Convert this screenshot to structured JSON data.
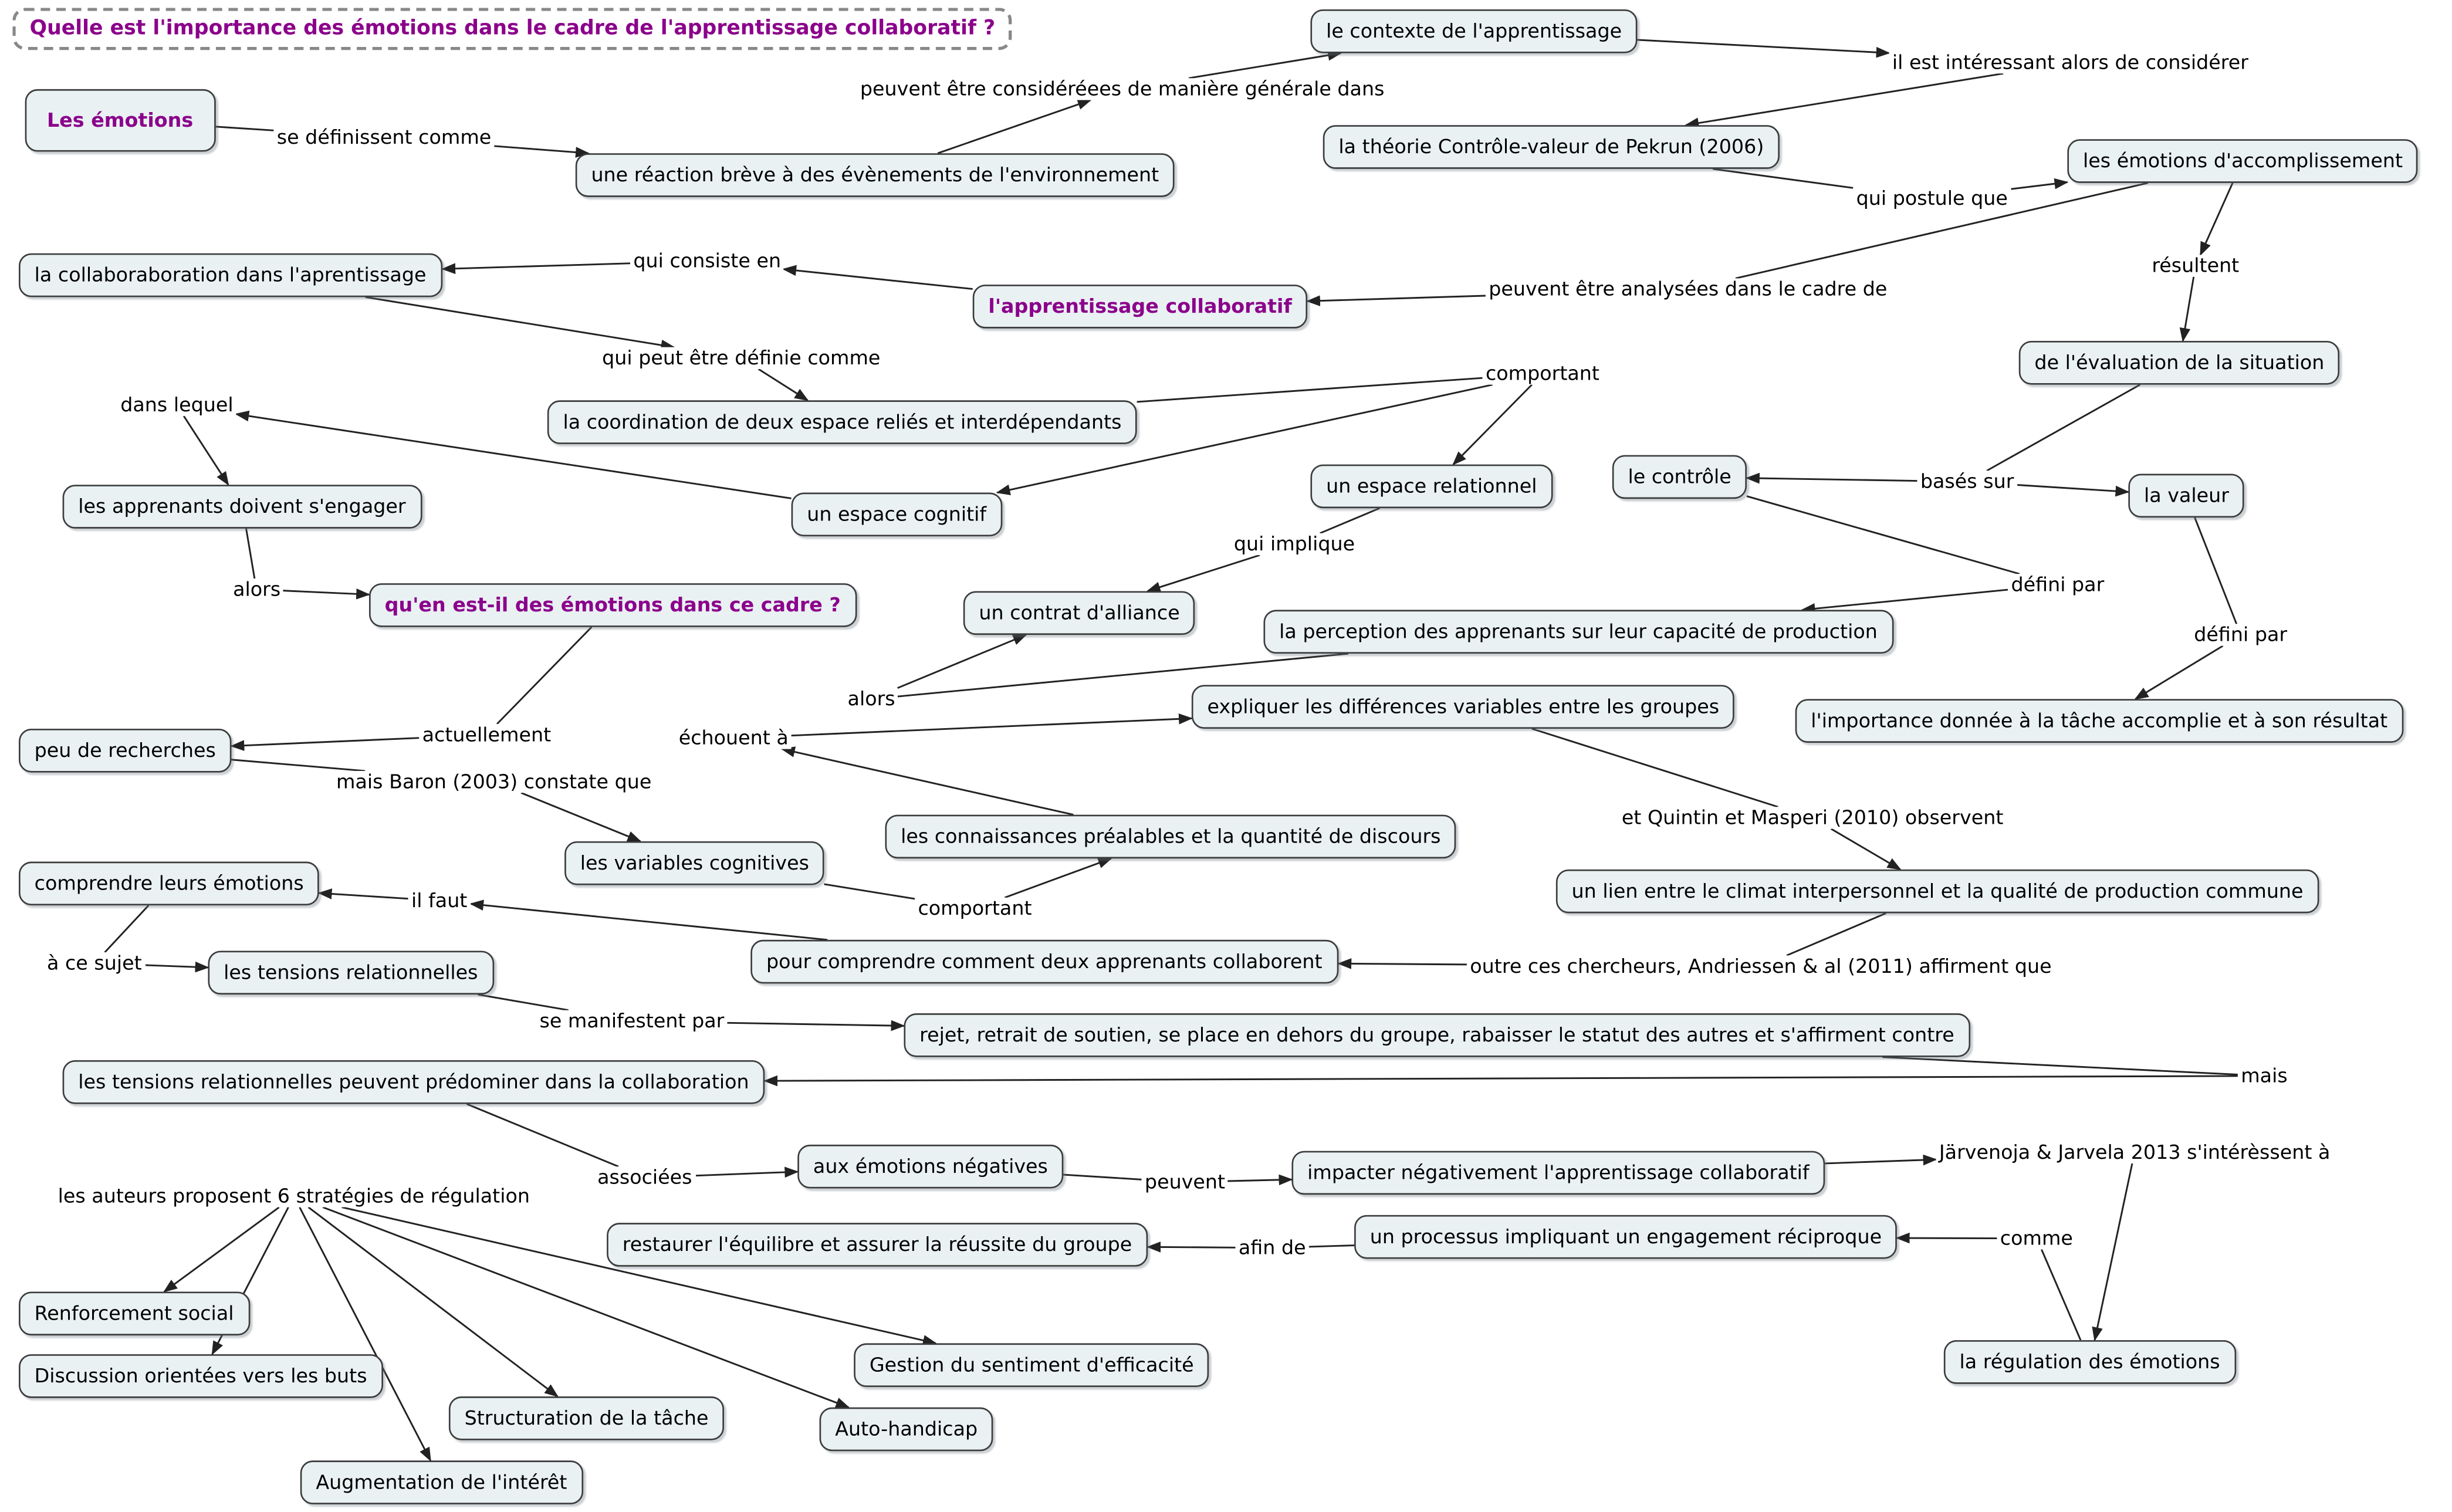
{
  "title": "Quelle est l'importance des émotions dans le cadre de l'apprentissage collaboratif ?",
  "colors": {
    "background": "#ffffff",
    "node_fill": "#e9f1f3",
    "node_border": "#3c3c3c",
    "line": "#222222",
    "accent": "#8b008b"
  },
  "nodes": [
    {
      "id": "les-emotions",
      "label": "Les émotions",
      "emphasis": true
    },
    {
      "id": "contexte-apprentissage",
      "label": "le contexte de l'apprentissage",
      "emphasis": false
    },
    {
      "id": "theorie-pekrun",
      "label": "la théorie Contrôle-valeur de Pekrun (2006)",
      "emphasis": false
    },
    {
      "id": "emotions-accomplissement",
      "label": "les émotions d'accomplissement",
      "emphasis": false
    },
    {
      "id": "reaction-breve",
      "label": "une réaction brève à des évènements de l'environnement",
      "emphasis": false
    },
    {
      "id": "collaboration-apprentissage",
      "label": "la collaboraboration dans l'aprentissage",
      "emphasis": false
    },
    {
      "id": "apprentissage-collaboratif",
      "label": "l'apprentissage collaboratif",
      "emphasis": true
    },
    {
      "id": "evaluation-situation",
      "label": "de l'évaluation de la situation",
      "emphasis": false
    },
    {
      "id": "coordination-espaces",
      "label": "la coordination de deux espace reliés et interdépendants",
      "emphasis": false
    },
    {
      "id": "apprenants-engager",
      "label": "les apprenants doivent s'engager",
      "emphasis": false
    },
    {
      "id": "espace-cognitif",
      "label": "un espace cognitif",
      "emphasis": false
    },
    {
      "id": "espace-relationnel",
      "label": "un espace relationnel",
      "emphasis": false
    },
    {
      "id": "controle",
      "label": "le contrôle",
      "emphasis": false
    },
    {
      "id": "valeur",
      "label": "la valeur",
      "emphasis": false
    },
    {
      "id": "quen-est-il",
      "label": "qu'en est-il des émotions dans ce cadre ?",
      "emphasis": true
    },
    {
      "id": "contrat-alliance",
      "label": "un contrat d'alliance",
      "emphasis": false
    },
    {
      "id": "perception-apprenants",
      "label": "la perception des apprenants sur leur capacité de production",
      "emphasis": false
    },
    {
      "id": "peu-recherches",
      "label": "peu de recherches",
      "emphasis": false
    },
    {
      "id": "expliquer-differences",
      "label": "expliquer les différences variables entre les groupes",
      "emphasis": false
    },
    {
      "id": "importance-tache",
      "label": "l'importance donnée à la tâche accomplie et à son résultat",
      "emphasis": false
    },
    {
      "id": "variables-cognitives",
      "label": "les variables cognitives",
      "emphasis": false
    },
    {
      "id": "connaissances-prealables",
      "label": "les connaissances préalables et la quantité de discours",
      "emphasis": false
    },
    {
      "id": "comprendre-emotions",
      "label": "comprendre leurs émotions",
      "emphasis": false
    },
    {
      "id": "lien-climat",
      "label": "un lien entre le climat interpersonnel et la qualité de production commune",
      "emphasis": false
    },
    {
      "id": "tensions-relationnelles",
      "label": "les tensions relationnelles",
      "emphasis": false
    },
    {
      "id": "pour-comprendre",
      "label": "pour comprendre comment deux apprenants collaborent",
      "emphasis": false
    },
    {
      "id": "rejet-retrait",
      "label": "rejet, retrait de soutien, se place en dehors du groupe, rabaisser le statut des autres et s'affirment contre",
      "emphasis": false
    },
    {
      "id": "tensions-predominer",
      "label": "les tensions relationnelles peuvent prédominer dans la collaboration",
      "emphasis": false
    },
    {
      "id": "emotions-negatives",
      "label": "aux émotions négatives",
      "emphasis": false
    },
    {
      "id": "impacter-negativement",
      "label": "impacter négativement l'apprentissage collaboratif",
      "emphasis": false
    },
    {
      "id": "restaurer-equilibre",
      "label": "restaurer l'équilibre et assurer la réussite du groupe",
      "emphasis": false
    },
    {
      "id": "processus-engagement",
      "label": "un processus impliquant un engagement réciproque",
      "emphasis": false
    },
    {
      "id": "renforcement-social",
      "label": "Renforcement social",
      "emphasis": false
    },
    {
      "id": "discussion-buts",
      "label": "Discussion orientées vers les buts",
      "emphasis": false
    },
    {
      "id": "gestion-efficacite",
      "label": "Gestion du sentiment d'efficacité",
      "emphasis": false
    },
    {
      "id": "regulation-emotions",
      "label": "la régulation des émotions",
      "emphasis": false
    },
    {
      "id": "structuration-tache",
      "label": "Structuration de la tâche",
      "emphasis": false
    },
    {
      "id": "auto-handicap",
      "label": "Auto-handicap",
      "emphasis": false
    },
    {
      "id": "augmentation-interet",
      "label": "Augmentation de l'intérêt",
      "emphasis": false
    }
  ],
  "link_labels": [
    {
      "id": "se-definissent-comme",
      "label": "se définissent comme"
    },
    {
      "id": "peuvent-etre-considerees",
      "label": "peuvent être considéréees de manière générale dans"
    },
    {
      "id": "il-est-interessant",
      "label": "il est intéressant alors de considérer"
    },
    {
      "id": "qui-postule-que",
      "label": "qui postule que"
    },
    {
      "id": "resultent",
      "label": "résultent"
    },
    {
      "id": "qui-consiste-en",
      "label": "qui consiste en"
    },
    {
      "id": "peuvent-etre-analysees",
      "label": "peuvent être analysées dans le cadre de"
    },
    {
      "id": "qui-peut-etre-definie-comme",
      "label": "qui peut être définie comme"
    },
    {
      "id": "comportant-1",
      "label": "comportant"
    },
    {
      "id": "dans-lequel",
      "label": "dans lequel"
    },
    {
      "id": "bases-sur",
      "label": "basés sur"
    },
    {
      "id": "qui-implique",
      "label": "qui implique"
    },
    {
      "id": "alors-1",
      "label": "alors"
    },
    {
      "id": "defini-par-1",
      "label": "défini par"
    },
    {
      "id": "defini-par-2",
      "label": "défini par"
    },
    {
      "id": "alors-2",
      "label": "alors"
    },
    {
      "id": "actuellement",
      "label": "actuellement"
    },
    {
      "id": "echouent-a",
      "label": "échouent à"
    },
    {
      "id": "mais-baron-constate",
      "label": "mais Baron (2003) constate que"
    },
    {
      "id": "quintin-masperi-observent",
      "label": "et Quintin et Masperi (2010) observent"
    },
    {
      "id": "il-faut",
      "label": "il faut"
    },
    {
      "id": "comportant-2",
      "label": "comportant"
    },
    {
      "id": "a-ce-sujet",
      "label": "à ce sujet"
    },
    {
      "id": "andriessen-affirment",
      "label": "outre ces chercheurs, Andriessen & al (2011) affirment que"
    },
    {
      "id": "se-manifestent-par",
      "label": "se manifestent par"
    },
    {
      "id": "mais",
      "label": "mais"
    },
    {
      "id": "associees",
      "label": "associées"
    },
    {
      "id": "peuvent",
      "label": "peuvent"
    },
    {
      "id": "jarvenoja-jarvela",
      "label": "Järvenoja & Jarvela 2013 s'intérèssent à"
    },
    {
      "id": "auteurs-proposent",
      "label": "les auteurs proposent 6  stratégies de régulation"
    },
    {
      "id": "afin-de",
      "label": "afin de"
    },
    {
      "id": "comme",
      "label": "comme"
    }
  ],
  "edges": [
    {
      "from": "les-emotions",
      "to": "se-definissent-comme",
      "arrow": false
    },
    {
      "from": "se-definissent-comme",
      "to": "reaction-breve",
      "arrow": true
    },
    {
      "from": "reaction-breve",
      "to": "peuvent-etre-considerees",
      "arrow": true
    },
    {
      "from": "peuvent-etre-considerees",
      "to": "contexte-apprentissage",
      "arrow": true
    },
    {
      "from": "contexte-apprentissage",
      "to": "il-est-interessant",
      "arrow": true
    },
    {
      "from": "il-est-interessant",
      "to": "theorie-pekrun",
      "arrow": true
    },
    {
      "from": "theorie-pekrun",
      "to": "qui-postule-que",
      "arrow": false
    },
    {
      "from": "qui-postule-que",
      "to": "emotions-accomplissement",
      "arrow": true
    },
    {
      "from": "emotions-accomplissement",
      "to": "resultent",
      "arrow": true
    },
    {
      "from": "resultent",
      "to": "evaluation-situation",
      "arrow": true
    },
    {
      "from": "evaluation-situation",
      "to": "bases-sur",
      "arrow": false
    },
    {
      "from": "bases-sur",
      "to": "controle",
      "arrow": true
    },
    {
      "from": "bases-sur",
      "to": "valeur",
      "arrow": true
    },
    {
      "from": "controle",
      "to": "defini-par-1",
      "arrow": false
    },
    {
      "from": "defini-par-1",
      "to": "perception-apprenants",
      "arrow": true
    },
    {
      "from": "valeur",
      "to": "defini-par-2",
      "arrow": false
    },
    {
      "from": "defini-par-2",
      "to": "importance-tache",
      "arrow": true
    },
    {
      "from": "emotions-accomplissement",
      "to": "peuvent-etre-analysees",
      "arrow": false
    },
    {
      "from": "peuvent-etre-analysees",
      "to": "apprentissage-collaboratif",
      "arrow": true
    },
    {
      "from": "apprentissage-collaboratif",
      "to": "qui-consiste-en",
      "arrow": true
    },
    {
      "from": "qui-consiste-en",
      "to": "collaboration-apprentissage",
      "arrow": true
    },
    {
      "from": "collaboration-apprentissage",
      "to": "qui-peut-etre-definie-comme",
      "arrow": true
    },
    {
      "from": "qui-peut-etre-definie-comme",
      "to": "coordination-espaces",
      "arrow": true
    },
    {
      "from": "coordination-espaces",
      "to": "comportant-1",
      "arrow": false
    },
    {
      "from": "comportant-1",
      "to": "espace-cognitif",
      "arrow": true
    },
    {
      "from": "comportant-1",
      "to": "espace-relationnel",
      "arrow": true
    },
    {
      "from": "espace-cognitif",
      "to": "dans-lequel",
      "arrow": true
    },
    {
      "from": "dans-lequel",
      "to": "apprenants-engager",
      "arrow": true
    },
    {
      "from": "apprenants-engager",
      "to": "alors-1",
      "arrow": false
    },
    {
      "from": "alors-1",
      "to": "quen-est-il",
      "arrow": true
    },
    {
      "from": "quen-est-il",
      "to": "actuellement",
      "arrow": false
    },
    {
      "from": "actuellement",
      "to": "peu-recherches",
      "arrow": true
    },
    {
      "from": "peu-recherches",
      "to": "mais-baron-constate",
      "arrow": false
    },
    {
      "from": "mais-baron-constate",
      "to": "variables-cognitives",
      "arrow": true
    },
    {
      "from": "variables-cognitives",
      "to": "comportant-2",
      "arrow": false
    },
    {
      "from": "comportant-2",
      "to": "connaissances-prealables",
      "arrow": true
    },
    {
      "from": "connaissances-prealables",
      "to": "echouent-a",
      "arrow": true
    },
    {
      "from": "echouent-a",
      "to": "expliquer-differences",
      "arrow": true
    },
    {
      "from": "espace-relationnel",
      "to": "qui-implique",
      "arrow": false
    },
    {
      "from": "qui-implique",
      "to": "contrat-alliance",
      "arrow": true
    },
    {
      "from": "perception-apprenants",
      "to": "alors-2",
      "arrow": false
    },
    {
      "from": "alors-2",
      "to": "contrat-alliance",
      "arrow": true
    },
    {
      "from": "expliquer-differences",
      "to": "quintin-masperi-observent",
      "arrow": false
    },
    {
      "from": "quintin-masperi-observent",
      "to": "lien-climat",
      "arrow": true
    },
    {
      "from": "lien-climat",
      "to": "andriessen-affirment",
      "arrow": false
    },
    {
      "from": "andriessen-affirment",
      "to": "pour-comprendre",
      "arrow": true
    },
    {
      "from": "pour-comprendre",
      "to": "il-faut",
      "arrow": true
    },
    {
      "from": "il-faut",
      "to": "comprendre-emotions",
      "arrow": true
    },
    {
      "from": "comprendre-emotions",
      "to": "a-ce-sujet",
      "arrow": false
    },
    {
      "from": "a-ce-sujet",
      "to": "tensions-relationnelles",
      "arrow": true
    },
    {
      "from": "tensions-relationnelles",
      "to": "se-manifestent-par",
      "arrow": false
    },
    {
      "from": "se-manifestent-par",
      "to": "rejet-retrait",
      "arrow": true
    },
    {
      "from": "rejet-retrait",
      "to": "mais",
      "arrow": false
    },
    {
      "from": "mais",
      "to": "tensions-predominer",
      "arrow": true
    },
    {
      "from": "tensions-predominer",
      "to": "associees",
      "arrow": false
    },
    {
      "from": "associees",
      "to": "emotions-negatives",
      "arrow": true
    },
    {
      "from": "emotions-negatives",
      "to": "peuvent",
      "arrow": false
    },
    {
      "from": "peuvent",
      "to": "impacter-negativement",
      "arrow": true
    },
    {
      "from": "impacter-negativement",
      "to": "jarvenoja-jarvela",
      "arrow": true
    },
    {
      "from": "jarvenoja-jarvela",
      "to": "regulation-emotions",
      "arrow": true
    },
    {
      "from": "regulation-emotions",
      "to": "comme",
      "arrow": false
    },
    {
      "from": "comme",
      "to": "processus-engagement",
      "arrow": true
    },
    {
      "from": "processus-engagement",
      "to": "afin-de",
      "arrow": false
    },
    {
      "from": "afin-de",
      "to": "restaurer-equilibre",
      "arrow": true
    },
    {
      "from": "auteurs-proposent",
      "to": "renforcement-social",
      "arrow": true
    },
    {
      "from": "auteurs-proposent",
      "to": "discussion-buts",
      "arrow": true
    },
    {
      "from": "auteurs-proposent",
      "to": "structuration-tache",
      "arrow": true
    },
    {
      "from": "auteurs-proposent",
      "to": "augmentation-interet",
      "arrow": true
    },
    {
      "from": "auteurs-proposent",
      "to": "gestion-efficacite",
      "arrow": true
    },
    {
      "from": "auteurs-proposent",
      "to": "auto-handicap",
      "arrow": true
    }
  ]
}
